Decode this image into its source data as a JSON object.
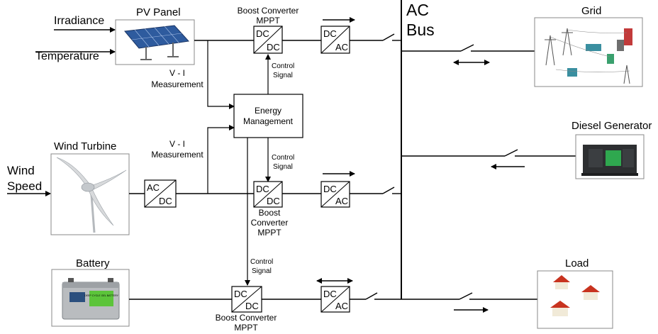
{
  "labels": {
    "irradiance": "Irradiance",
    "temperature": "Temperature",
    "pv_panel": "PV Panel",
    "boost_top_1": "Boost Converter",
    "boost_top_2": "MPPT",
    "vi_1a": "V - I",
    "vi_1b": "Measurement",
    "control_1a": "Control",
    "control_1b": "Signal",
    "energy_1": "Energy",
    "energy_2": "Management",
    "vi_2a": "V - I",
    "vi_2b": "Measurement",
    "control_2a": "Control",
    "control_2b": "Signal",
    "wind_1": "Wind",
    "wind_2": "Speed",
    "wind_turbine": "Wind Turbine",
    "boost_mid_1": "Boost",
    "boost_mid_2": "Converter",
    "boost_mid_3": "MPPT",
    "control_3a": "Control",
    "control_3b": "Signal",
    "battery": "Battery",
    "boost_bot_1": "Boost Converter",
    "boost_bot_2": "MPPT",
    "ac_1": "AC",
    "ac_2": "Bus",
    "grid": "Grid",
    "diesel": "Diesel Generator",
    "load": "Load"
  },
  "converters": {
    "top_dcdc_in": "DC",
    "top_dcdc_out": "DC",
    "top_dcac_in": "DC",
    "top_dcac_out": "AC",
    "wind_acdc_in": "AC",
    "wind_acdc_out": "DC",
    "mid_dcdc_in": "DC",
    "mid_dcdc_out": "DC",
    "mid_dcac_in": "DC",
    "mid_dcac_out": "AC",
    "bot_dcdc_in": "DC",
    "bot_dcdc_out": "DC",
    "bot_dcac_in": "DC",
    "bot_dcac_out": "AC"
  },
  "battery_label_text": "DEEP CYCLE GEL BATTERY",
  "colors": {
    "line": "#000000",
    "panel_blue": "#2e5b9e",
    "battery_body": "#b9bcbf",
    "battery_label": "#5cc43a",
    "generator_green": "#2fa84f",
    "roof_red": "#c8331f"
  }
}
